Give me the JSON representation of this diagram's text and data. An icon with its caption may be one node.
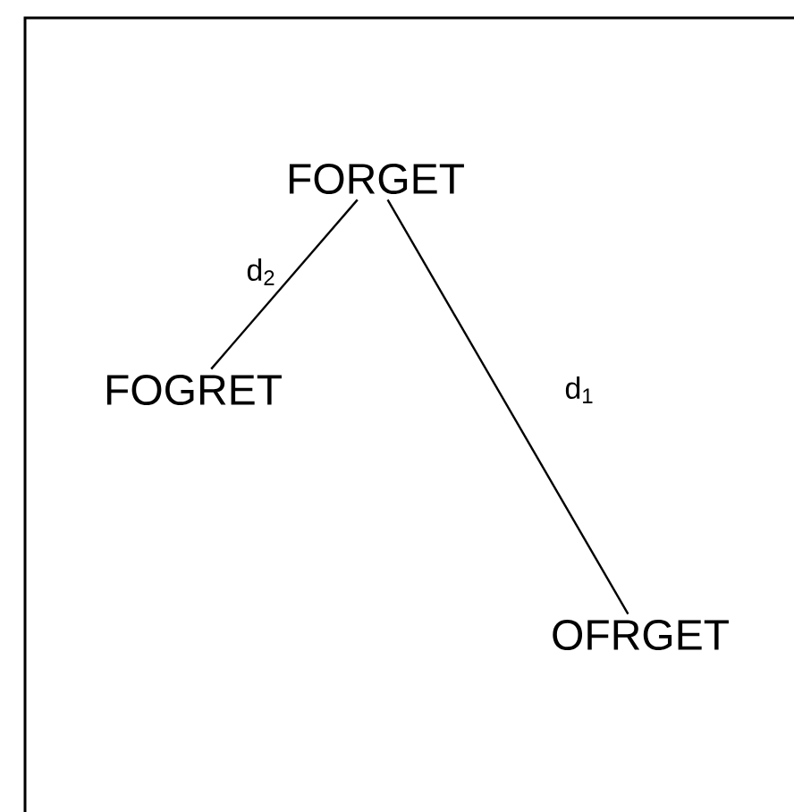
{
  "diagram": {
    "nodes": [
      {
        "text": [
          "FORGET"
        ]
      },
      {
        "text": [
          "FOGRET"
        ]
      },
      {
        "text": [
          "OFRGET"
        ]
      }
    ],
    "edges": [
      {
        "from": 0,
        "to": 1,
        "arrow": "none",
        "label": "d$_{2}$"
      },
      {
        "from": 0,
        "to": 2,
        "arrow": "none",
        "label": "d$_{1}$"
      }
    ]
  }
}
